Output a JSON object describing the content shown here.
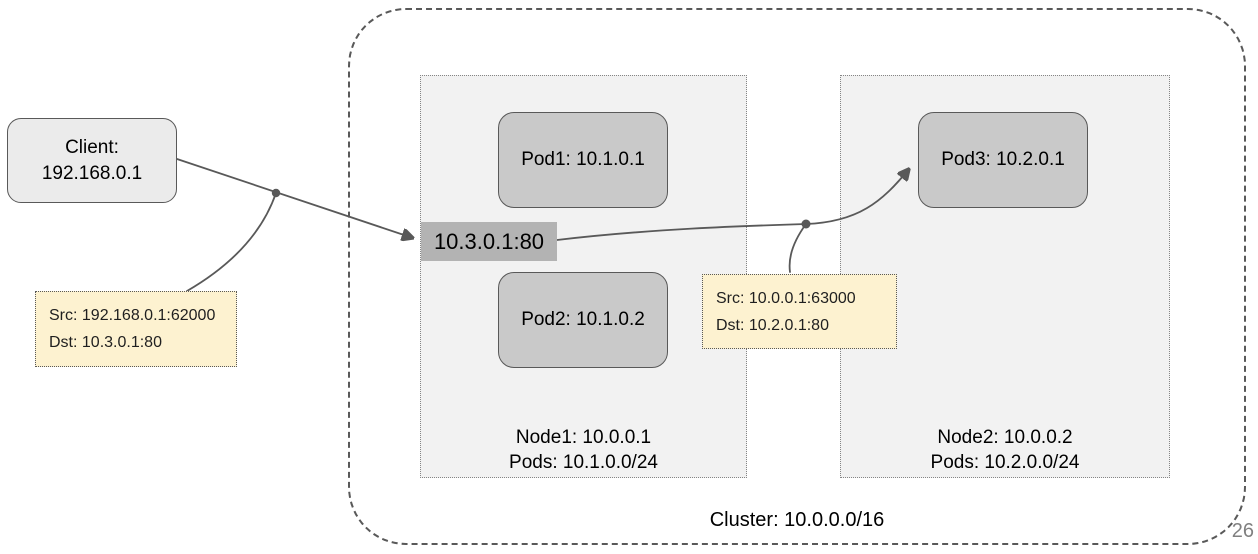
{
  "client": {
    "line1": "Client:",
    "line2": "192.168.0.1"
  },
  "note1": {
    "line1": "Src: 192.168.0.1:62000",
    "line2": "Dst: 10.3.0.1:80"
  },
  "note2": {
    "line1": "Src: 10.0.0.1:63000",
    "line2": "Dst: 10.2.0.1:80"
  },
  "service": {
    "label": "10.3.0.1:80"
  },
  "pods": {
    "pod1": "Pod1: 10.1.0.1",
    "pod2": "Pod2: 10.1.0.2",
    "pod3": "Pod3: 10.2.0.1"
  },
  "node1": {
    "line1": "Node1: 10.0.0.1",
    "line2": "Pods: 10.1.0.0/24"
  },
  "node2": {
    "line1": "Node2: 10.0.0.2",
    "line2": "Pods: 10.2.0.0/24"
  },
  "cluster": {
    "label": "Cluster: 10.0.0.0/16"
  },
  "page_number": "26",
  "colors": {
    "line": "#595959",
    "clientFill": "#ebebeb",
    "podFill": "#c9c9c9",
    "nodeFill": "#f2f2f2",
    "serviceFill": "#b3b3b3",
    "noteFill": "#fdf2d0",
    "pageNum": "#808080"
  }
}
